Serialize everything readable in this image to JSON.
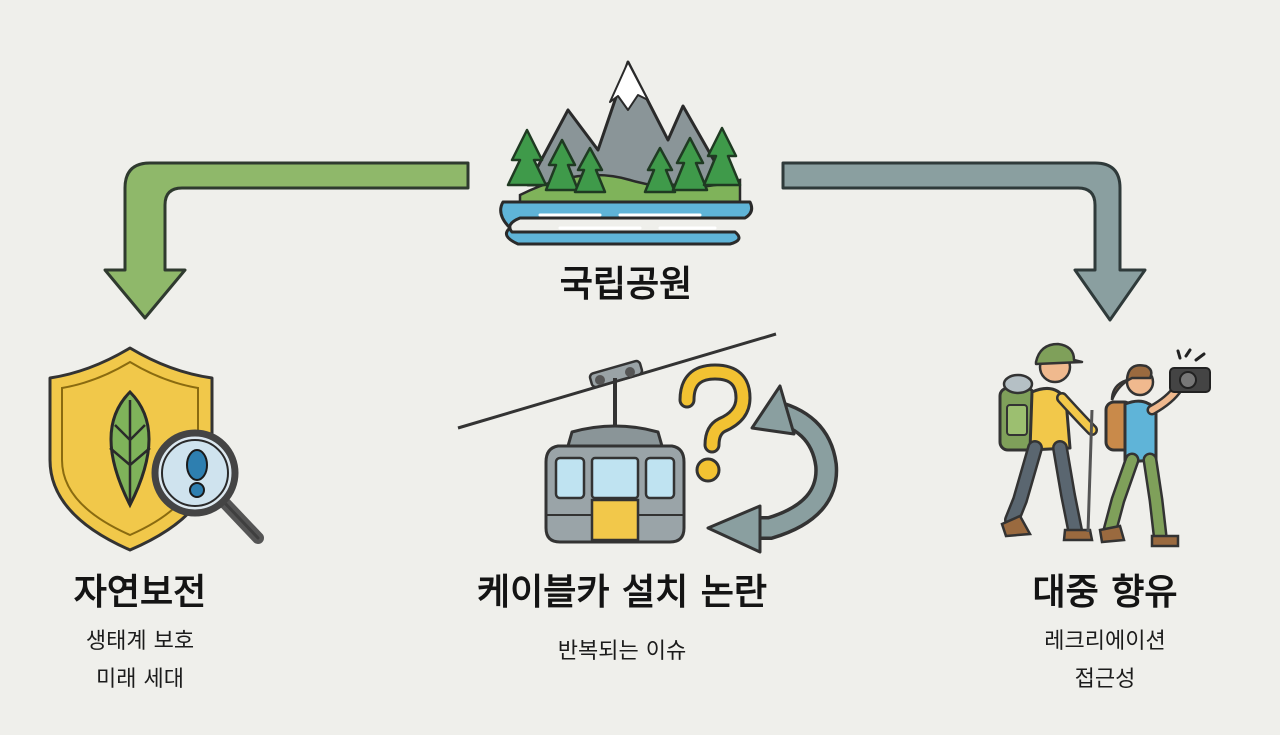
{
  "center": {
    "title": "국립공원"
  },
  "left": {
    "title": "자연보전",
    "lines": [
      "생태계 보호",
      "미래 세대"
    ]
  },
  "middle": {
    "title": "케이블카 설치 논란",
    "lines": [
      "반복되는 이슈"
    ]
  },
  "right": {
    "title": "대중 향유",
    "lines": [
      "레크리에이션",
      "접근성"
    ]
  },
  "icons": {
    "center": "mountain-lake-icon",
    "left": "shield-leaf-magnifier-icon",
    "middle": "cable-car-question-cycle-icon",
    "right": "hikers-camera-icon"
  },
  "colors": {
    "background": "#efefeb",
    "left_arrow": "#8fb86a",
    "right_arrow": "#8a9fa0",
    "shield": "#f1c84a",
    "accent_yellow": "#f2c232",
    "water": "#5fb4d8",
    "tree": "#3f9a4a"
  }
}
